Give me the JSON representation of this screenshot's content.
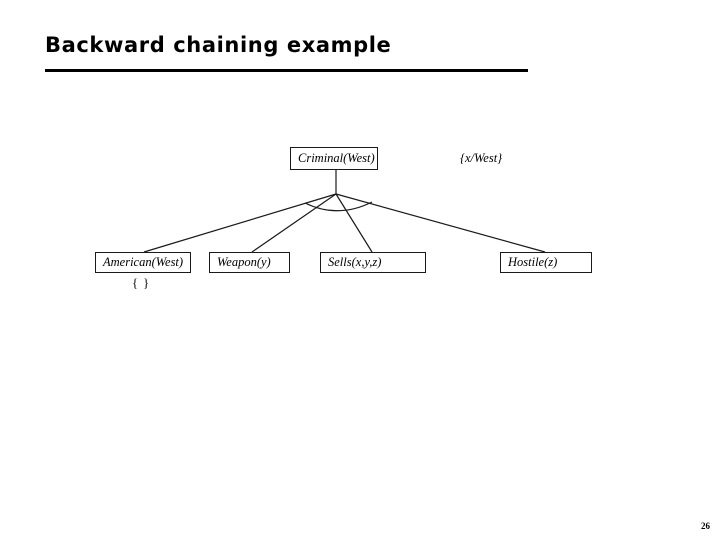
{
  "slide": {
    "title": "Backward chaining example",
    "page_number": "26"
  },
  "diagram": {
    "type": "and-or-proof-tree",
    "root": {
      "id": "criminal",
      "label": "Criminal(West)",
      "substitution": "{x/West}"
    },
    "conjunction_arc": true,
    "children": [
      {
        "id": "american",
        "label": "American(West)",
        "substitution": "{ }"
      },
      {
        "id": "weapon",
        "label": "Weapon(y)",
        "substitution": ""
      },
      {
        "id": "sells",
        "label": "Sells(x,y,z)",
        "substitution": ""
      },
      {
        "id": "hostile",
        "label": "Hostile(z)",
        "substitution": ""
      }
    ]
  },
  "colors": {
    "ink": "#000000",
    "node_border": "#1a1a1a",
    "background": "#ffffff"
  }
}
